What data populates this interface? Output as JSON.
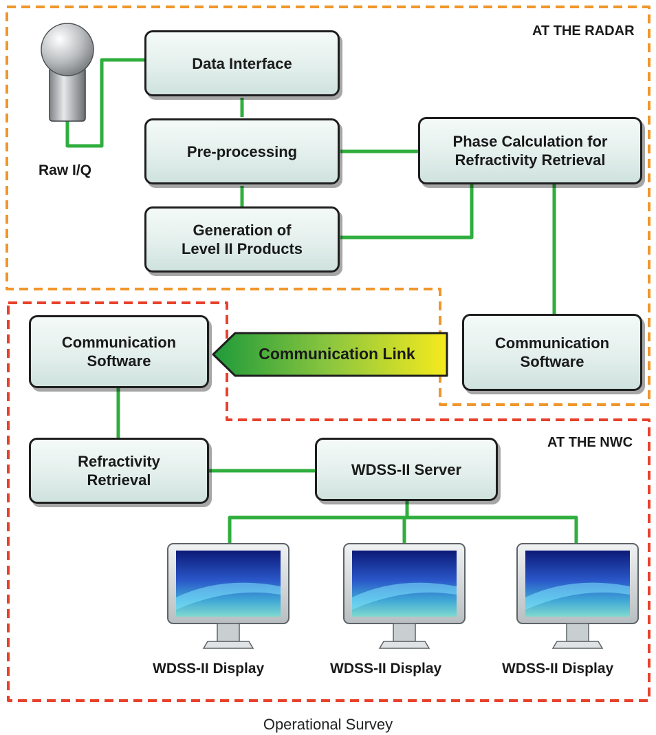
{
  "regions": {
    "radar_label": "AT THE RADAR",
    "nwc_label": "AT THE NWC"
  },
  "boxes": {
    "data_interface": "Data Interface",
    "pre_processing": "Pre-processing",
    "level2": "Generation of\nLevel II Products",
    "phase_calc": "Phase Calculation for\nRefractivity Retrieval",
    "comm_radar": "Communication\nSoftware",
    "comm_nwc": "Communication\nSoftware",
    "refractivity": "Refractivity\nRetrieval",
    "wdss_server": "WDSS-II Server"
  },
  "link_label": "Communication Link",
  "raw_iq": "Raw I/Q",
  "displays": [
    "WDSS-II Display",
    "WDSS-II Display",
    "WDSS-II Display"
  ],
  "caption": "Operational Survey",
  "colors": {
    "radar_border": "#f0962a",
    "nwc_border": "#e8412b",
    "connector": "#2fae3e",
    "link_arrow_start": "#1e9a3a",
    "link_arrow_end": "#f6ea1d"
  },
  "icons": {
    "radar": "radar-dome-icon",
    "display": "monitor-icon"
  }
}
